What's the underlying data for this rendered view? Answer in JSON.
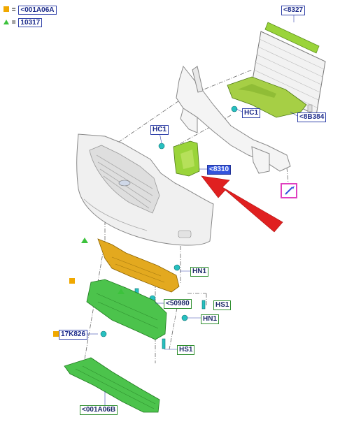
{
  "legend": [
    {
      "symbol": "orange-square",
      "color": "#f0a800",
      "label": "<001A06A"
    },
    {
      "symbol": "green-triangle",
      "color": "#3cc23c",
      "label": "10317"
    }
  ],
  "callouts": {
    "radiator": "<8327",
    "shield_top": "<8B384",
    "clip_right": "HC1",
    "clip_left": "HC1",
    "bracket": "<8310",
    "nut_1": "HN1",
    "screw_1": "HS1",
    "clip_center": "<50980",
    "nut_2": "HN1",
    "left_part": "17K826",
    "screw_2": "HS1",
    "bottom_part": "<001A06B"
  },
  "colors": {
    "arrow": "#e02020",
    "highlight": "#9ad43a",
    "green_part": "#4cc34c",
    "orange_part": "#e3a91f",
    "selection": "#3355dd",
    "magenta": "#e040c0"
  }
}
